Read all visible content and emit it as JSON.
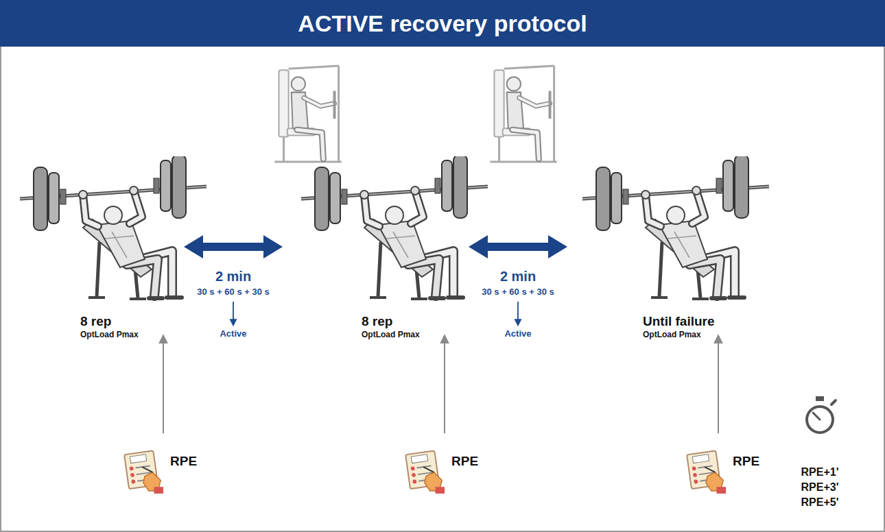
{
  "diagram": {
    "title": "ACTIVE recovery protocol",
    "labels": [
      "2 min",
      "30 s + 60 s + 30 s",
      "Active",
      "2 min",
      "30 s + 60 s + 30 s",
      "Active",
      "8 rep",
      "OptLoad Pmax",
      "8 rep",
      "OptLoad Pmax",
      "Until failure",
      "OptLoad Pmax",
      "RPE",
      "RPE",
      "RPE",
      "RPE+1'",
      "RPE+3'",
      "RPE+5'"
    ]
  }
}
